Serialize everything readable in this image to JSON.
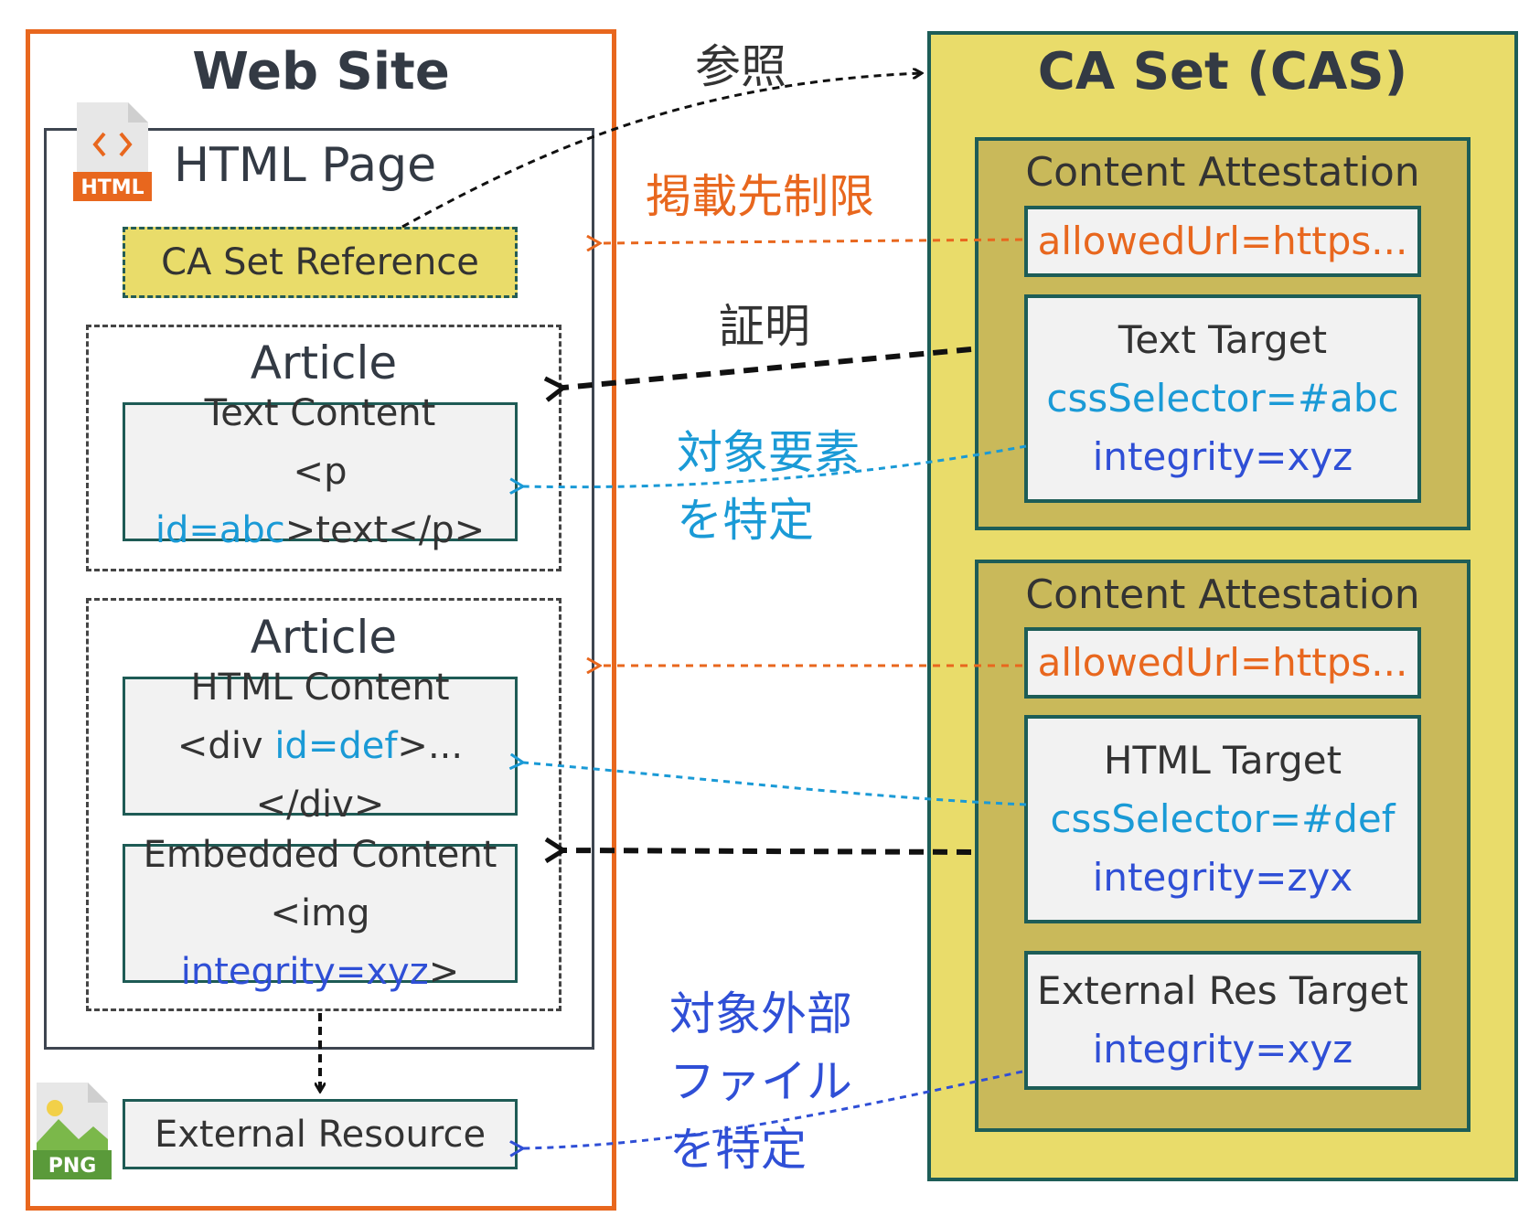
{
  "website": {
    "title": "Web Site",
    "html_page": {
      "title": "HTML Page",
      "icon_label": "HTML",
      "ca_set_reference": "CA Set Reference",
      "articles": [
        {
          "title": "Article",
          "contents": [
            {
              "title": "Text Content",
              "code_prefix": "<p ",
              "code_attr": "id=abc",
              "code_suffix": ">text</p>"
            }
          ]
        },
        {
          "title": "Article",
          "contents": [
            {
              "title": "HTML Content",
              "code_prefix": "<div ",
              "code_attr": "id=def",
              "code_suffix": ">...</div>"
            },
            {
              "title": "Embedded Content",
              "code_prefix": "<img ",
              "code_attr": "integrity=xyz",
              "code_suffix": ">"
            }
          ]
        }
      ]
    },
    "external_resource": {
      "label": "External Resource",
      "icon_label": "PNG"
    }
  },
  "ca_set": {
    "title": "CA Set (CAS)",
    "attestations": [
      {
        "title": "Content Attestation",
        "allowed_url": "allowedUrl=https...",
        "target": {
          "title": "Text Target",
          "selector": "cssSelector=#abc",
          "integrity": "integrity=xyz"
        }
      },
      {
        "title": "Content Attestation",
        "allowed_url": "allowedUrl=https...",
        "target": {
          "title": "HTML Target",
          "selector": "cssSelector=#def",
          "integrity": "integrity=zyx"
        },
        "external_target": {
          "title": "External Res Target",
          "integrity": "integrity=xyz"
        }
      }
    ]
  },
  "labels": {
    "reference": "参照",
    "restriction": "掲載先制限",
    "proof": "証明",
    "target_element_1": "対象要素",
    "target_element_2": "を特定",
    "target_external_1": "対象外部",
    "target_external_2": "ファイル",
    "target_external_3": "を特定"
  },
  "colors": {
    "website_border": "#e8671e",
    "ca_set_fill": "#e9dc6a",
    "attestation_fill": "#c9b95a",
    "border_dark_green": "#1d5d57",
    "restriction_orange": "#e8671e",
    "selector_blue": "#1a9ad6",
    "integrity_navy": "#2f4fd6"
  },
  "icons": [
    "html-file-icon",
    "png-image-icon"
  ]
}
